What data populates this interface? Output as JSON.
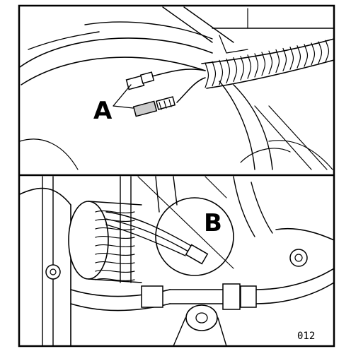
{
  "figure": {
    "callout_a": "A",
    "callout_b": "B",
    "figure_number": "012"
  },
  "colors": {
    "ink": "#000000",
    "paper": "#ffffff"
  }
}
